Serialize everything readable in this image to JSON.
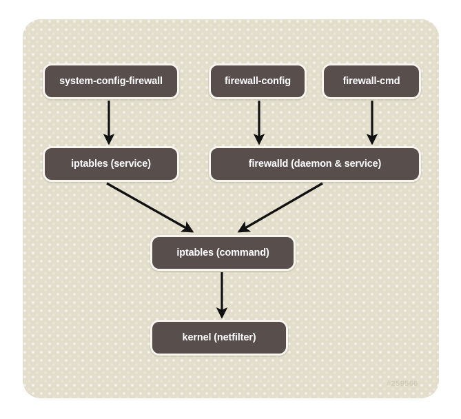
{
  "diagram": {
    "title": "firewall architecture flow",
    "canvas_color": "#e2decb",
    "node_fill": "#584f4d",
    "node_border": "#f7f5ee",
    "node_text_color": "#ffffff",
    "arrow_color": "#111111",
    "watermark": "#259566",
    "nodes": [
      {
        "id": "system-config-firewall",
        "label": "system-config-firewall",
        "row": 1
      },
      {
        "id": "firewall-config",
        "label": "firewall-config",
        "row": 1
      },
      {
        "id": "firewall-cmd",
        "label": "firewall-cmd",
        "row": 1
      },
      {
        "id": "iptables-service",
        "label": "iptables (service)",
        "row": 2
      },
      {
        "id": "firewalld",
        "label": "firewalld (daemon & service)",
        "row": 2
      },
      {
        "id": "iptables-command",
        "label": "iptables (command)",
        "row": 3
      },
      {
        "id": "kernel-netfilter",
        "label": "kernel (netfilter)",
        "row": 4
      }
    ],
    "edges": [
      {
        "from": "system-config-firewall",
        "to": "iptables-service",
        "kind": "straight-down"
      },
      {
        "from": "firewall-config",
        "to": "firewalld",
        "kind": "straight-down"
      },
      {
        "from": "firewall-cmd",
        "to": "firewalld",
        "kind": "straight-down"
      },
      {
        "from": "iptables-service",
        "to": "iptables-command",
        "kind": "diagonal-right-down"
      },
      {
        "from": "firewalld",
        "to": "iptables-command",
        "kind": "diagonal-left-down"
      },
      {
        "from": "iptables-command",
        "to": "kernel-netfilter",
        "kind": "straight-down"
      }
    ]
  }
}
